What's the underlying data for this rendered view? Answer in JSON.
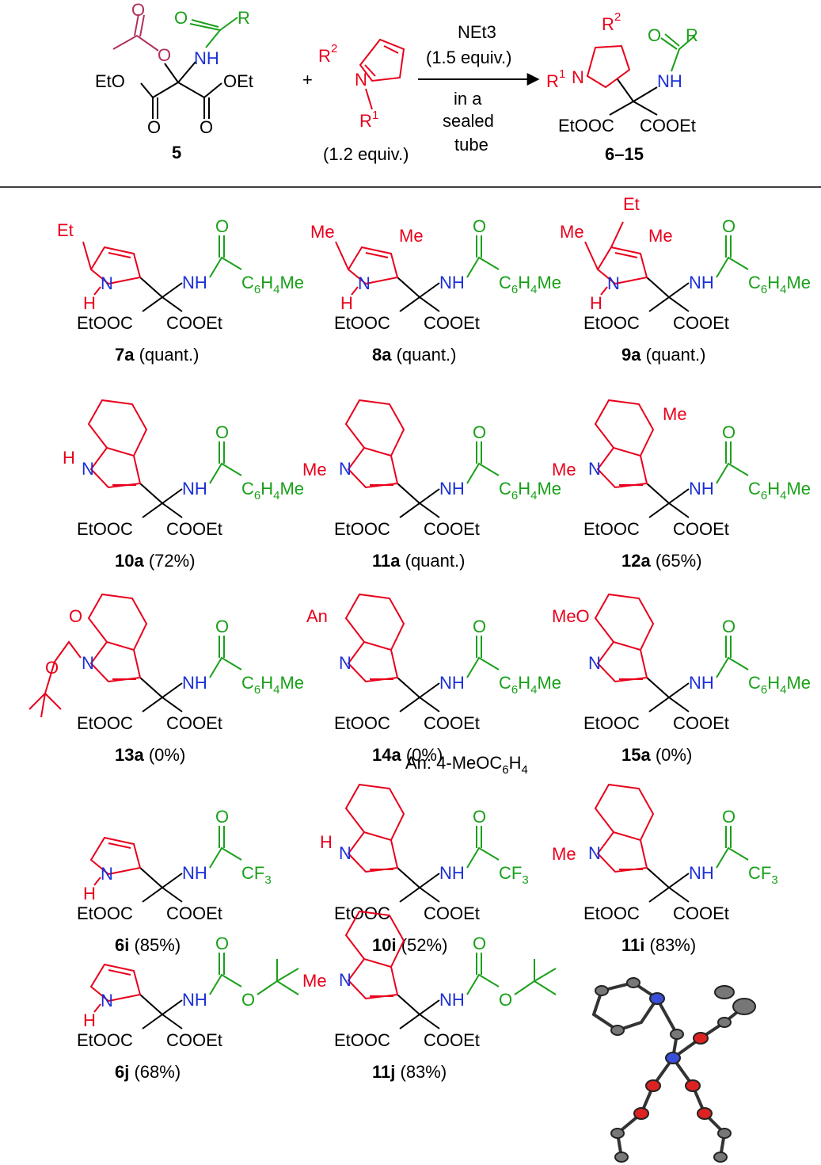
{
  "scheme": {
    "reagent_5_label": "5",
    "plus": "+",
    "pyrrole_equiv": "(1.2 equiv.)",
    "conditions": {
      "base": "NEt3",
      "base_equiv": "(1.5 equiv.)",
      "line1": "in a",
      "line2": "sealed",
      "line3": "tube"
    },
    "product_label": "6–15"
  },
  "text_fragments": {
    "EtO": "EtO",
    "OEt": "OEt",
    "O": "O",
    "NH": "NH",
    "N": "N",
    "R": "R",
    "R1": "R",
    "R1sup": "1",
    "R2": "R",
    "R2sup": "2",
    "EtOOC": "EtOOC",
    "COOEt": "COOEt",
    "Et": "Et",
    "Me": "Me",
    "H": "H",
    "An": "An",
    "MeO": "MeO",
    "C6H4Me": "C",
    "sub6": "6",
    "H4Me": "H",
    "sub4": "4",
    "Me_tail": "Me",
    "CF3": "CF",
    "sub3": "3"
  },
  "compounds": [
    {
      "code": "7a",
      "yield": "(quant.)"
    },
    {
      "code": "8a",
      "yield": "(quant.)"
    },
    {
      "code": "9a",
      "yield": "(quant.)"
    },
    {
      "code": "10a",
      "yield": "(72%)"
    },
    {
      "code": "11a",
      "yield": "(quant.)"
    },
    {
      "code": "12a",
      "yield": "(65%)"
    },
    {
      "code": "13a",
      "yield": "(0%)"
    },
    {
      "code": "14a",
      "yield": "(0%)"
    },
    {
      "code": "15a",
      "yield": "(0%)"
    },
    {
      "code": "6i",
      "yield": "(85%)"
    },
    {
      "code": "10i",
      "yield": "(52%)"
    },
    {
      "code": "11i",
      "yield": "(83%)"
    },
    {
      "code": "6j",
      "yield": "(68%)"
    },
    {
      "code": "11j",
      "yield": "(83%)"
    }
  ],
  "an_note": "An: 4-MeOC",
  "an_note_sub": "6",
  "an_note_tail": "H",
  "an_note_sub2": "4",
  "colors": {
    "heteroaryl": "#e8001c",
    "amide": "#1aa01a",
    "nitrogen": "#1a2fd6",
    "acetyl": "#b0305a"
  }
}
